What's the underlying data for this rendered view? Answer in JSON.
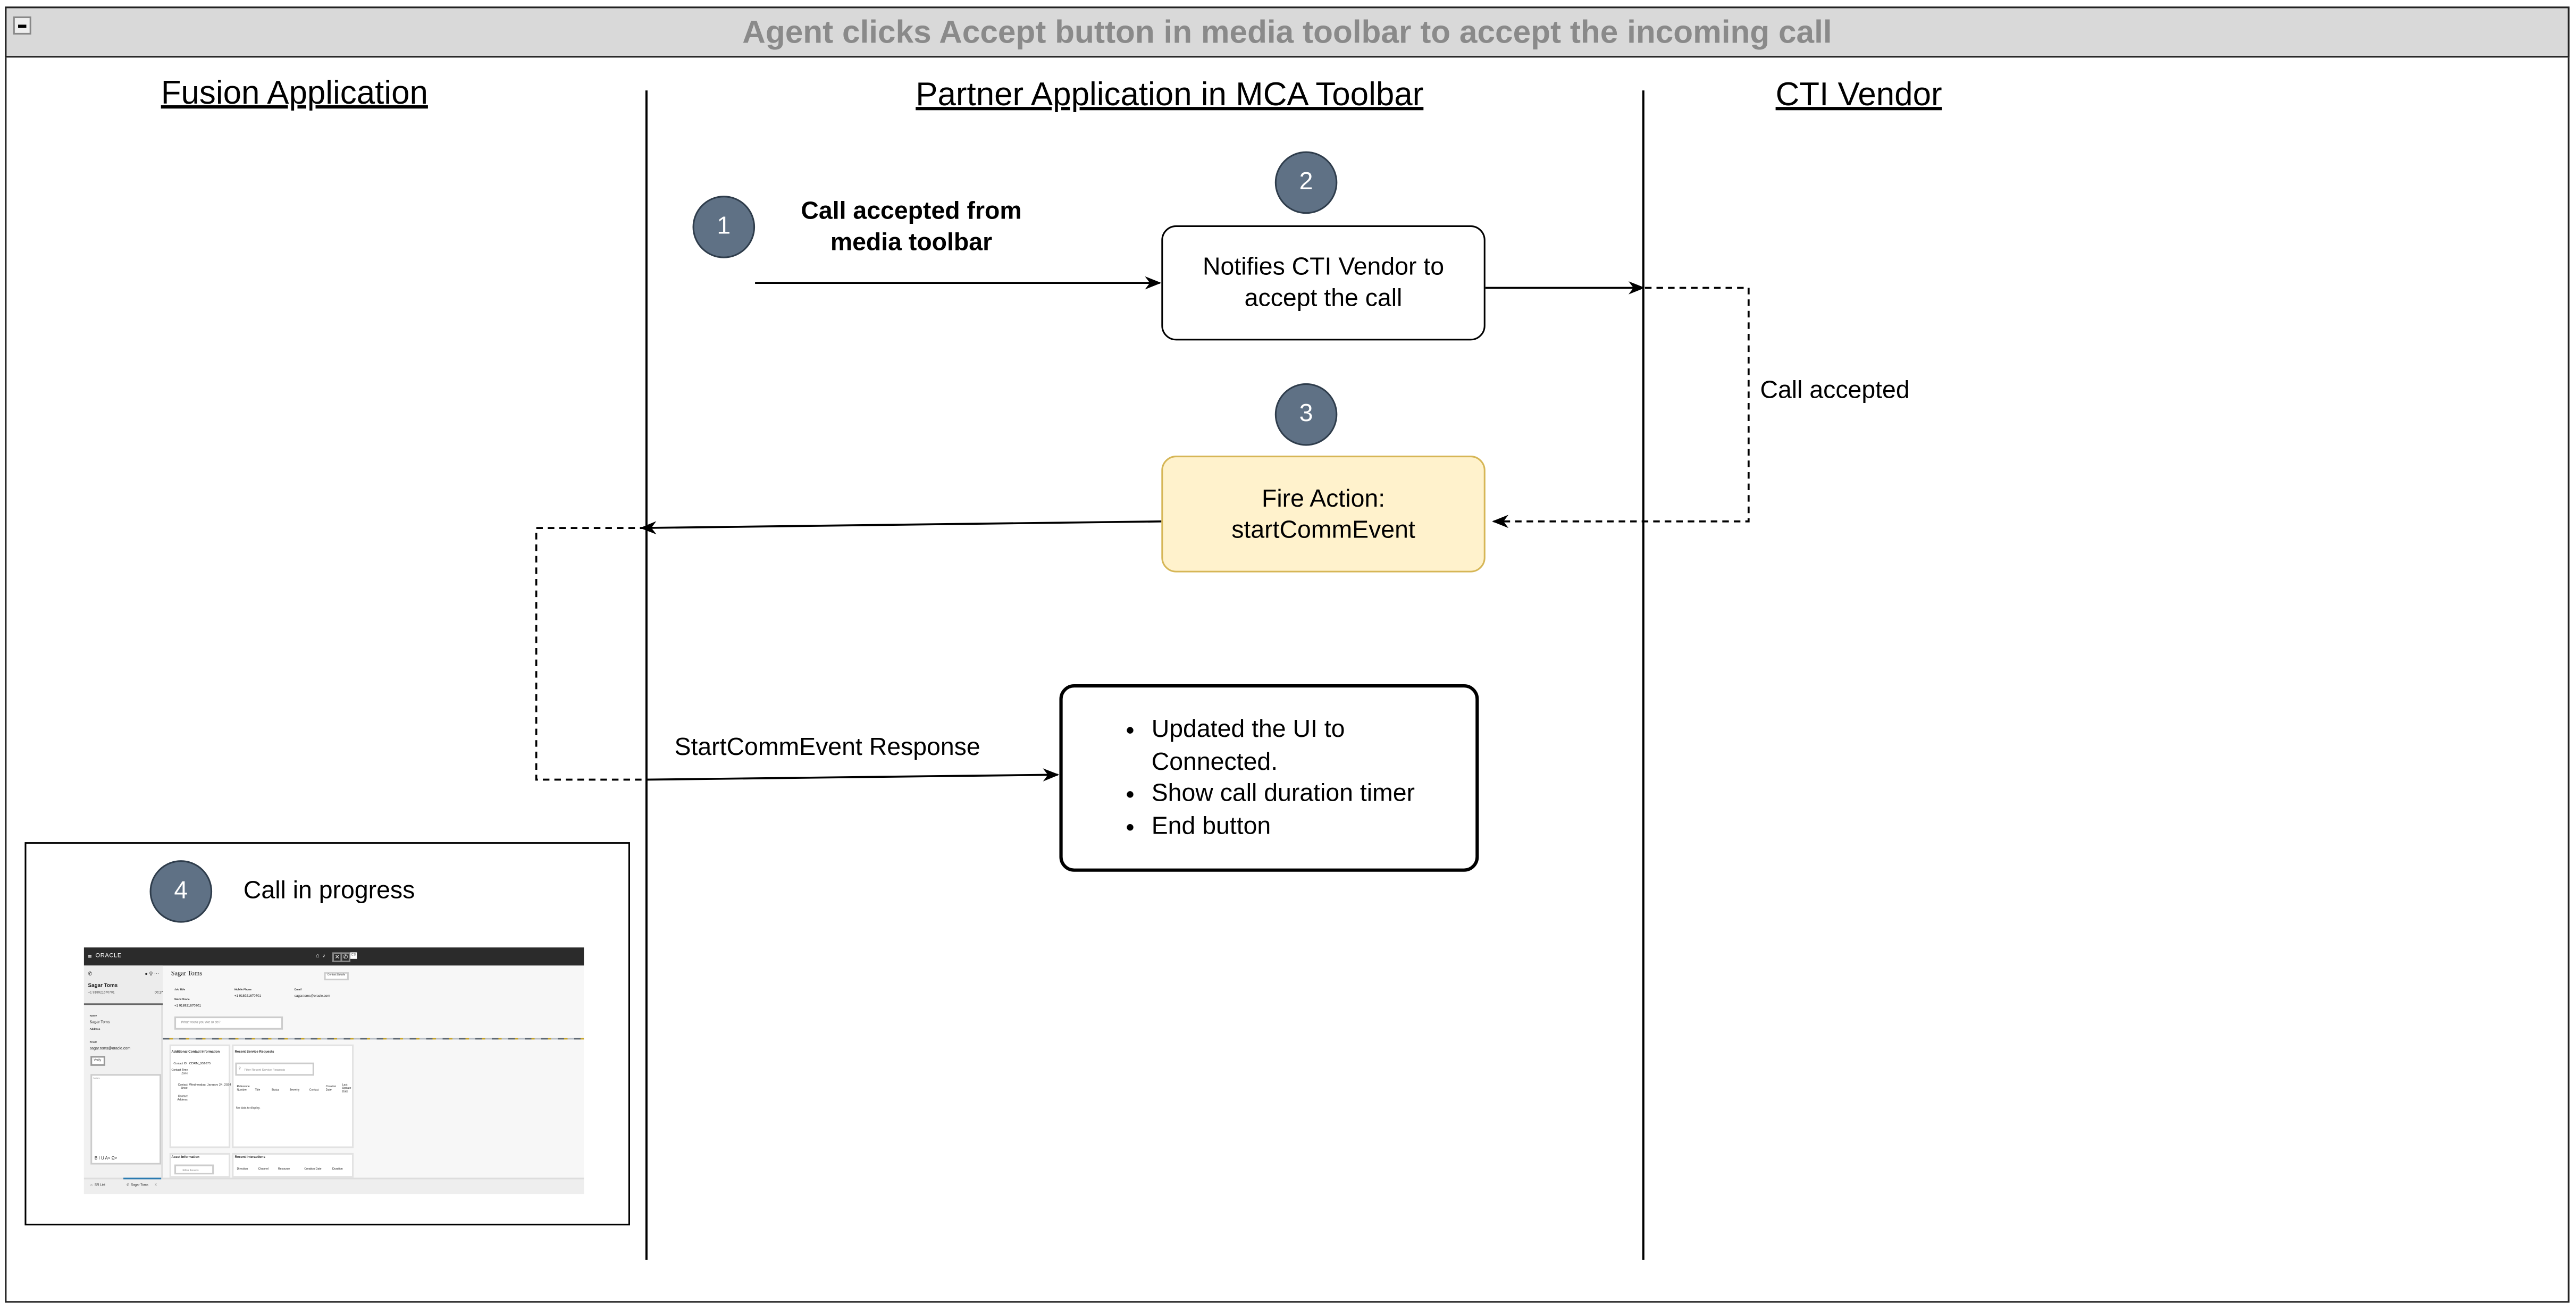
{
  "title": "Agent clicks Accept button in media toolbar to accept the incoming call",
  "lanes": [
    "Fusion Application",
    "Partner Application in MCA Toolbar",
    "CTI Vendor"
  ],
  "steps": [
    {
      "number": "1",
      "label_line1": "Call accepted from",
      "label_line2": "media toolbar"
    },
    {
      "number": "2",
      "box_line1": "Notifies CTI Vendor to",
      "box_line2": "accept the call"
    },
    {
      "number": "3",
      "box_line1": "Fire Action:",
      "box_line2": "startCommEvent"
    },
    {
      "number": "4",
      "label": "Call in progress"
    }
  ],
  "edge_labels": {
    "call_accepted": "Call accepted",
    "response": "StartCommEvent Response"
  },
  "result_bullets": [
    "Updated the UI to Connected.",
    "Show call duration timer",
    "End button"
  ],
  "colors": {
    "step_circle": "#5f7185",
    "fire_action_fill": "#fff2cc",
    "fire_action_border": "#d6b656",
    "title_bar": "#d9d9d9"
  },
  "mini_screenshot": {
    "brand": "ORACLE",
    "avatar": "CS",
    "caller_name": "Sagar Toms",
    "caller_number": "+1 918921670701",
    "timer": "00:17",
    "name_label": "Name",
    "name_value": "Sagar Toms",
    "address_label": "Address",
    "email_label": "Email",
    "email_value": "sagar.toms@oracle.com",
    "verify": "Verify",
    "notes": "Notes",
    "contact_title": "Sagar Toms",
    "contact_details": "Contact Details",
    "job_title": "Job Title",
    "mobile_phone": "Mobile Phone",
    "mobile_value": "+1 918921670701",
    "email_head": "Email",
    "email_head_value": "sagar.toms@oracle.com",
    "work_phone": "Work Phone",
    "work_value": "+1 918921670701",
    "ask_placeholder": "What would you like to do?",
    "additional_info": "Additional Contact Information",
    "contact_id_label": "Contact ID",
    "contact_id": "CDRM_951675",
    "time_zone_label": "Contact Time Zone",
    "since_label": "Contact Since",
    "since_value": "Wednesday, January 24, 2024",
    "address_label2": "Contact Address",
    "recent_sr": "Recent Service Requests",
    "filter_sr": "Filter Recent Service Requests",
    "sr_columns": [
      "Reference Number",
      "Title",
      "Status",
      "Severity",
      "Contact",
      "Creation Date",
      "Last Update Date"
    ],
    "no_data": "No data to display.",
    "asset_info": "Asset Information",
    "filter_assets": "Filter Assets",
    "recent_interactions": "Recent Interactions",
    "ri_columns": [
      "Direction",
      "Channel",
      "Resource",
      "Creation Date",
      "Duration"
    ],
    "tab_sr_list": "SR List",
    "tab_contact": "Sagar Toms",
    "tab_close": "X"
  }
}
